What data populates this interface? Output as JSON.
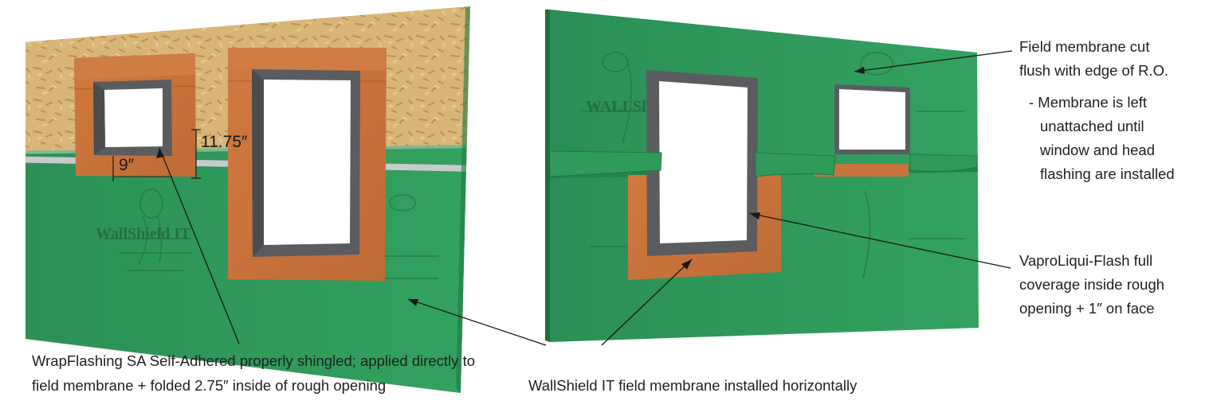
{
  "colors": {
    "osb": "#d9b678",
    "osb_speck": "#b99355",
    "membrane": "#2f9a5a",
    "membrane_dark": "#27864e",
    "flashing": "#c8743e",
    "frame": "#585a5e",
    "seam": "#c9cbcb"
  },
  "dimensions": {
    "height": "11.75″",
    "width": "9″"
  },
  "callouts": {
    "wrapflashing": {
      "line1": "WrapFlashing SA Self-Adhered properly shingled; applied directly to",
      "line2": "field membrane + folded 2.75″ inside of rough opening"
    },
    "wallshield": {
      "text": "WallShield IT field membrane installed horizontally"
    },
    "field_cut": {
      "line1": "Field membrane cut",
      "line2": "flush with edge of R.O.",
      "note1": "- Membrane is left",
      "note2": "unattached until",
      "note3": "window and head",
      "note4": "flashing are installed"
    },
    "liquid_flash": {
      "line1": "VaproLiqui-Flash full",
      "line2": "coverage inside rough",
      "line3": "opening + 1″ on face"
    }
  }
}
